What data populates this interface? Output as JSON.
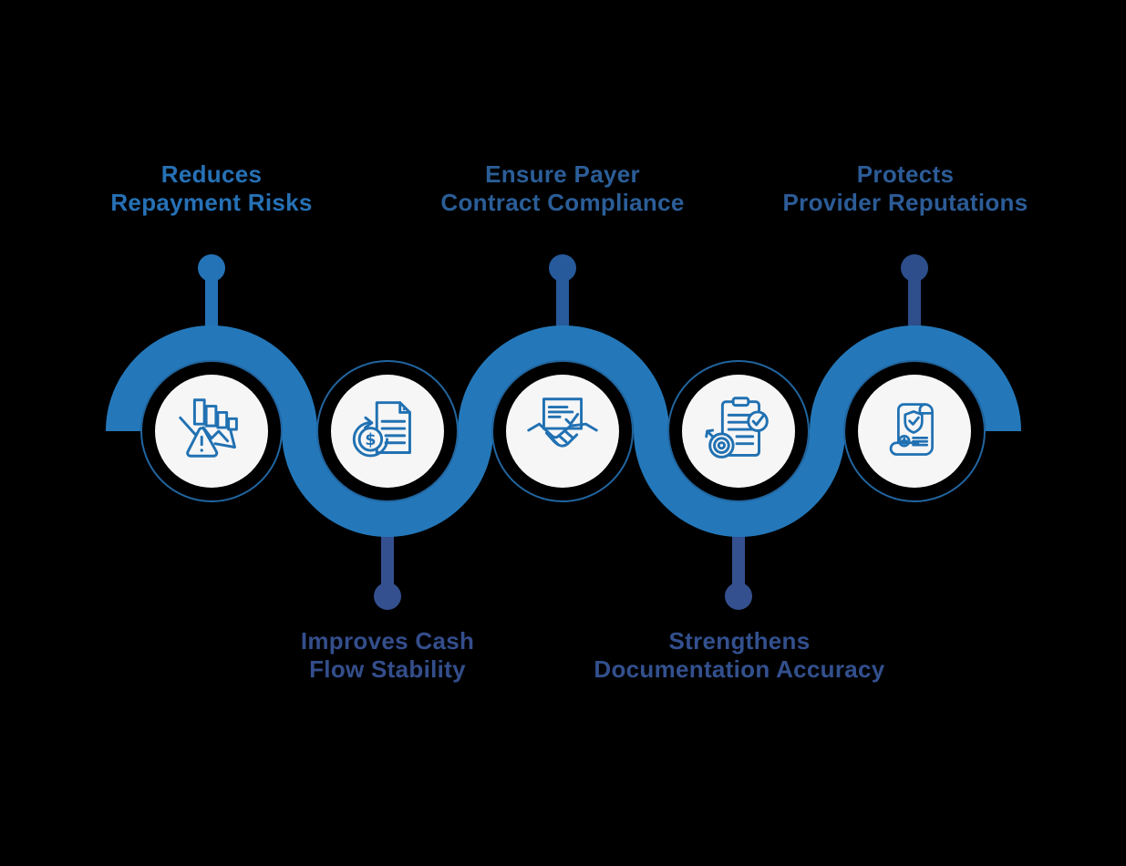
{
  "canvas": {
    "background": "#000000"
  },
  "colors": {
    "ribbon": "#2478BA",
    "ring": "#21659F",
    "node_fill": "#F6F6F7",
    "icon_stroke": "#2171B2"
  },
  "nodes": [
    {
      "label_lines": [
        "Reduces",
        "Repayment Risks"
      ],
      "label_color": "#2671B6",
      "position": "top",
      "icon": "declining-chart-warning-icon",
      "stem_color": "#2573B7"
    },
    {
      "label_lines": [
        "Improves Cash",
        "Flow Stability"
      ],
      "label_color": "#344E8C",
      "position": "bottom",
      "icon": "dollar-refresh-document-icon",
      "stem_color": "#35508F"
    },
    {
      "label_lines": [
        "Ensure Payer",
        "Contract Compliance"
      ],
      "label_color": "#2B5E98",
      "position": "top",
      "icon": "handshake-document-icon",
      "stem_color": "#265A9B"
    },
    {
      "label_lines": [
        "Strengthens",
        "Documentation Accuracy"
      ],
      "label_color": "#33508E",
      "position": "bottom",
      "icon": "clipboard-target-check-icon",
      "stem_color": "#35508F"
    },
    {
      "label_lines": [
        "Protects",
        "Provider Reputations"
      ],
      "label_color": "#2C5C97",
      "position": "top",
      "icon": "certificate-shield-icon",
      "stem_color": "#2D4E8B"
    }
  ]
}
